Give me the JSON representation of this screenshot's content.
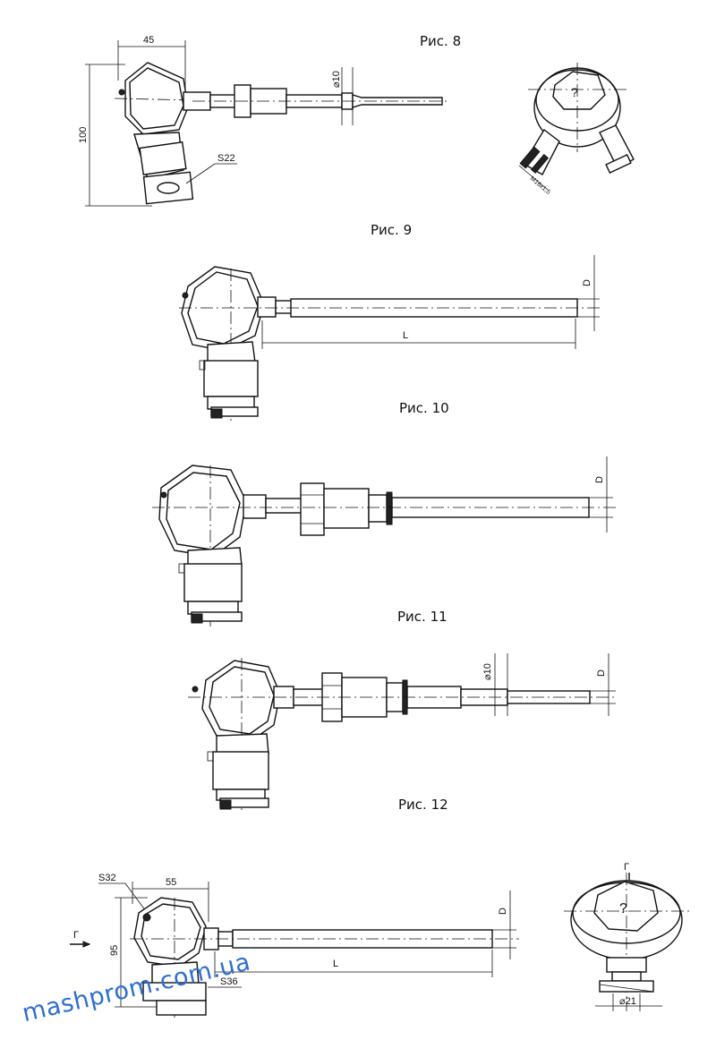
{
  "figures": {
    "fig8": {
      "caption": "Рис. 8",
      "dim_width": "45",
      "dim_height": "100",
      "dim_hex": "S22",
      "dim_diam": "⌀10",
      "dim_thread": "М16х1,5"
    },
    "fig9": {
      "caption": "Рис. 9",
      "dim_length": "L",
      "dim_diam": "D"
    },
    "fig10": {
      "caption": "Рис. 10",
      "dim_diam": "D"
    },
    "fig11": {
      "caption": "Рис. 11",
      "dim_diam_pipe": "⌀10",
      "dim_diam": "D"
    },
    "fig12": {
      "caption": "Рис. 12",
      "dim_hex_top": "S32",
      "dim_width": "55",
      "dim_height": "95",
      "dim_length": "L",
      "dim_diam": "D",
      "dim_hex_bottom": "S36",
      "view_mark": "Г",
      "dim_bottom_diam": "⌀21"
    }
  },
  "watermark": "mashprom.com.ua"
}
